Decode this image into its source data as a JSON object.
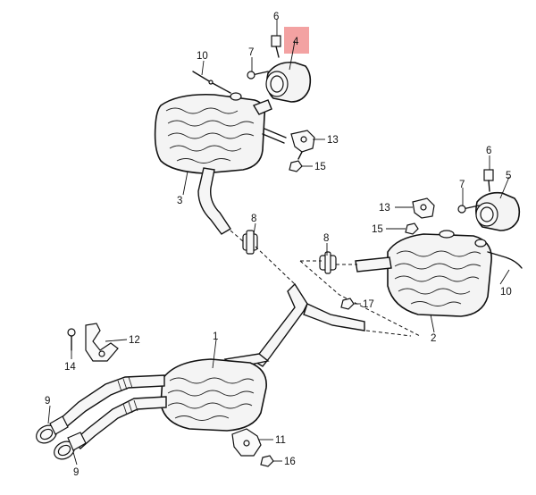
{
  "labels": {
    "l1": "1",
    "l2": "2",
    "l3": "3",
    "l4": "4",
    "l5": "5",
    "l6a": "6",
    "l6b": "6",
    "l7a": "7",
    "l7b": "7",
    "l8a": "8",
    "l8b": "8",
    "l9a": "9",
    "l9b": "9",
    "l10a": "10",
    "l10b": "10",
    "l11": "11",
    "l12": "12",
    "l13a": "13",
    "l13b": "13",
    "l14": "14",
    "l15a": "15",
    "l15b": "15",
    "l16": "16",
    "l17": "17"
  },
  "highlight": {
    "part": "4",
    "color": "#f08b8b"
  }
}
